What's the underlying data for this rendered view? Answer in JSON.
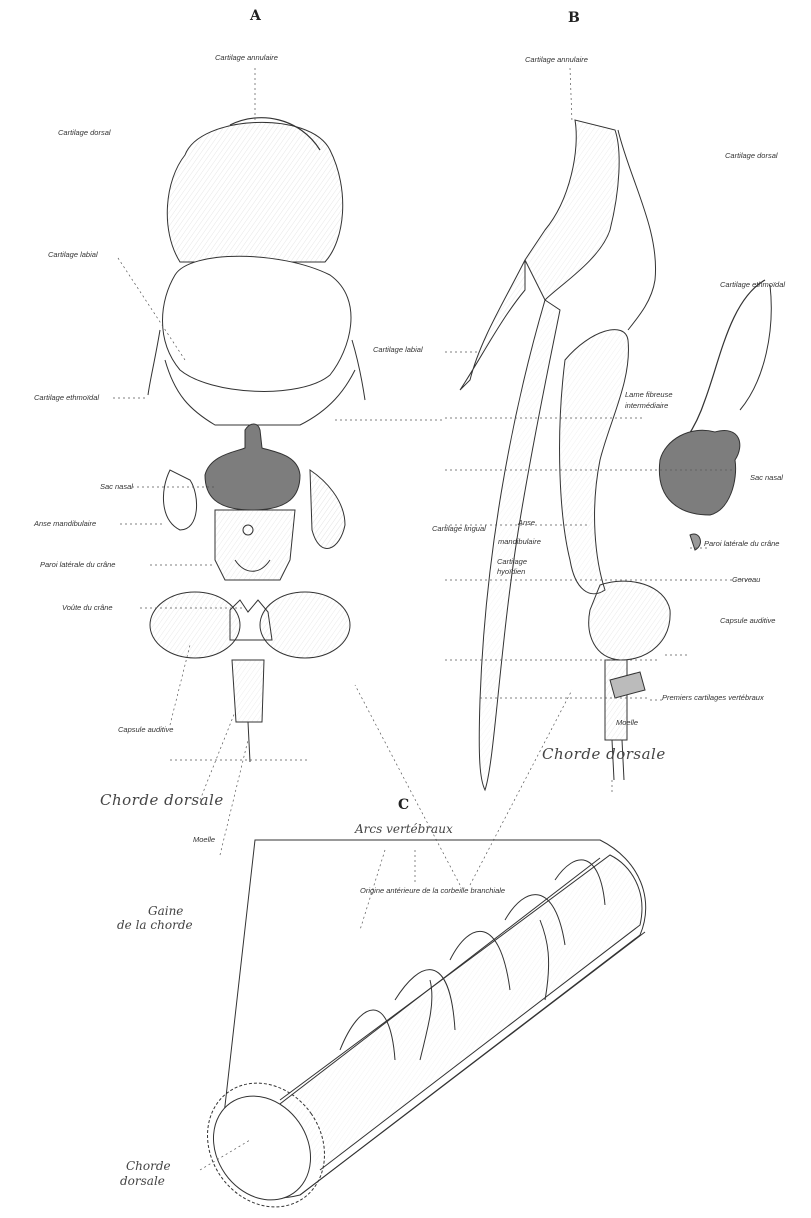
{
  "figures": {
    "a": "A",
    "b": "B",
    "c": "C"
  },
  "figure_a": {
    "cartilage_annulaire": "Cartilage annulaire",
    "cartilage_dorsal": "Cartilage dorsal",
    "cartilage_labial": "Cartilage labial",
    "cartilage_ethmoidal": "Cartilage ethmoïdal",
    "sac_nasal": "Sac nasal",
    "anse_mandibulaire": "Anse mandibulaire",
    "paroi_laterale": "Paroi latérale du crâne",
    "voute": "Voûte du crâne",
    "capsule_auditive": "Capsule auditive",
    "chorde_dorsale": "Chorde dorsale",
    "moelle": "Moelle",
    "origine": "Origine antérieure de la corbeille branchiale"
  },
  "figure_b": {
    "cartilage_annulaire": "Cartilage annulaire",
    "cartilage_dorsal": "Cartilage dorsal",
    "cartilage_ethmoidal": "Cartilage ethmoïdal",
    "cartilage_labial": "Cartilage labial",
    "lame_fibreuse_1": "Lame fibreuse",
    "lame_fibreuse_2": "intermédiaire",
    "sac_nasal": "Sac nasal",
    "anse_1": "Anse",
    "anse_2": "mandibulaire",
    "cartilage_lingual": "Cartilage lingual",
    "paroi_laterale": "Paroi latérale du crâne",
    "hyoidien_1": "Cartilage",
    "hyoidien_2": "hyoïdien",
    "cerveau": "Cerveau",
    "capsule_auditive": "Capsule auditive",
    "premiers_cartilages": "Premiers cartilages vertébraux",
    "moelle": "Moelle",
    "chorde_dorsale": "Chorde dorsale"
  },
  "figure_c": {
    "arcs_vertebraux": "Arcs vertébraux",
    "gaine_1": "Gaine",
    "gaine_2": "de la chorde",
    "chorde_1": "Chorde",
    "chorde_2": "dorsale"
  }
}
